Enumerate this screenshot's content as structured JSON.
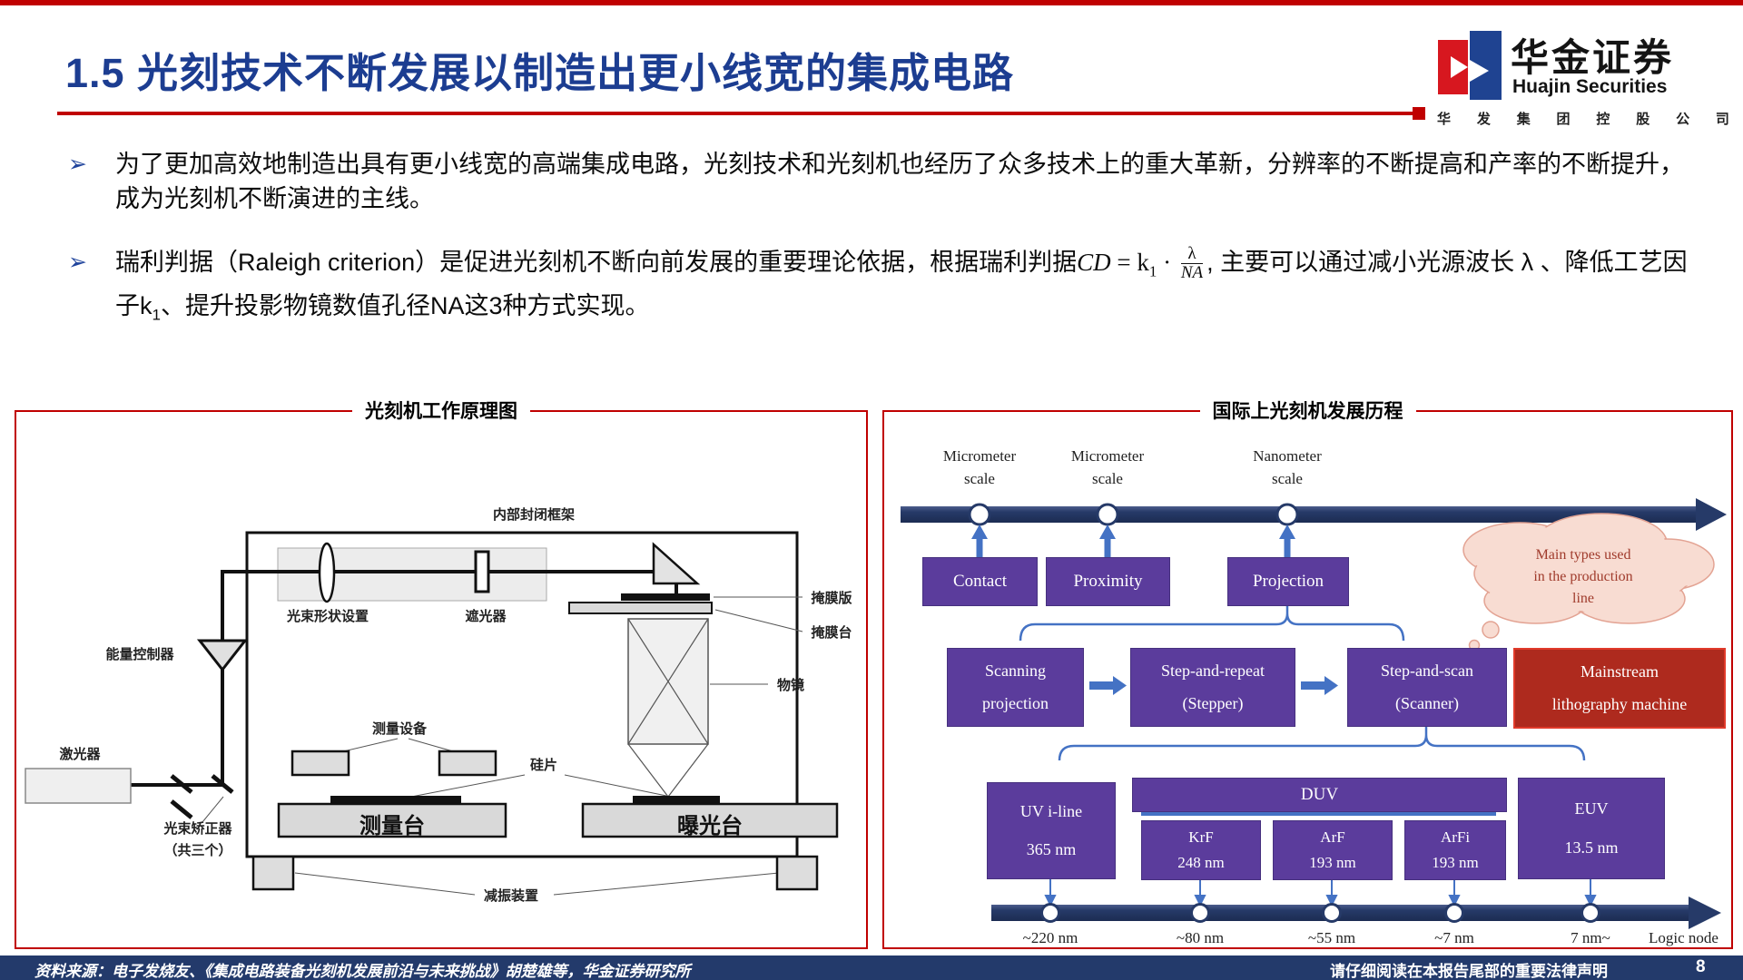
{
  "slide": {
    "title": "1.5 光刻技术不断发展以制造出更小线宽的集成电路",
    "accent_blue": "#1C3D91",
    "accent_red": "#C00000",
    "navy": "#263A68",
    "purple": "#5B3C9C",
    "arrow_blue": "#4472C4"
  },
  "logo": {
    "cn": "华金证券",
    "en": "Huajin Securities",
    "group": [
      "华",
      "发",
      "集",
      "团",
      "控",
      "股",
      "公",
      "司"
    ]
  },
  "bullets": {
    "marker": "➢",
    "b1": "为了更加高效地制造出具有更小线宽的高端集成电路，光刻技术和光刻机也经历了众多技术上的重大革新，分辨率的不断提高和产率的不断提升，成为光刻机不断演进的主线。",
    "b2_seg1": "瑞利判据（Raleigh criterion）是促进光刻机不断向前发展的重要理论依据，根据瑞利判据",
    "b2_cd": "CD",
    "b2_eq": " = k",
    "b2_sub1": "1",
    "b2_dot": " · ",
    "b2_frac_num": "λ",
    "b2_frac_den": "NA",
    "b2_seg2": ", 主要可以通过减小光源波长 λ 、降低工艺因子k",
    "b2_sub2": "1",
    "b2_seg3": "、提升投影物镜数值孔径NA这3种方式实现。"
  },
  "left_panel": {
    "title": "光刻机工作原理图",
    "labels": {
      "inner_frame": "内部封闭框架",
      "beam_shaping": "光束形状设置",
      "shutter": "遮光器",
      "energy_controller": "能量控制器",
      "mask": "掩膜版",
      "mask_stage": "掩膜台",
      "objective": "物镜",
      "measure_device": "测量设备",
      "laser": "激光器",
      "beam_corrector": "光束矫正器",
      "beam_corrector2": "（共三个）",
      "wafer": "硅片",
      "measure_stage": "测量台",
      "exposure_stage": "曝光台",
      "damper": "减振装置"
    }
  },
  "right_panel": {
    "title": "国际上光刻机发展历程",
    "scales": [
      [
        "Micrometer",
        "scale"
      ],
      [
        "Micrometer",
        "scale"
      ],
      [
        "Nanometer",
        "scale"
      ]
    ],
    "row1": [
      "Contact",
      "Proximity",
      "Projection"
    ],
    "row2": [
      [
        "Scanning",
        "projection"
      ],
      [
        "Step-and-repeat",
        "(Stepper)"
      ],
      [
        "Step-and-scan",
        "(Scanner)"
      ]
    ],
    "mainstream": [
      "Mainstream",
      "lithography machine"
    ],
    "cloud": [
      "Main types used",
      "in the production",
      "line"
    ],
    "uv": [
      "UV i-line",
      "365 nm"
    ],
    "duv": "DUV",
    "duv_items": [
      [
        "KrF",
        "248 nm"
      ],
      [
        "ArF",
        "193 nm"
      ],
      [
        "ArFi",
        "193 nm"
      ]
    ],
    "euv": [
      "EUV",
      "13.5 nm"
    ],
    "nodes": [
      "~220 nm",
      "~80 nm",
      "~55 nm",
      "~7 nm",
      "7 nm~"
    ],
    "logic_node": "Logic node"
  },
  "footer": {
    "source": "资料来源：电子发烧友、《集成电路装备光刻机发展前沿与未来挑战》胡楚雄等，华金证券研究所",
    "disclaimer": "请仔细阅读在本报告尾部的重要法律声明",
    "page": "8"
  }
}
